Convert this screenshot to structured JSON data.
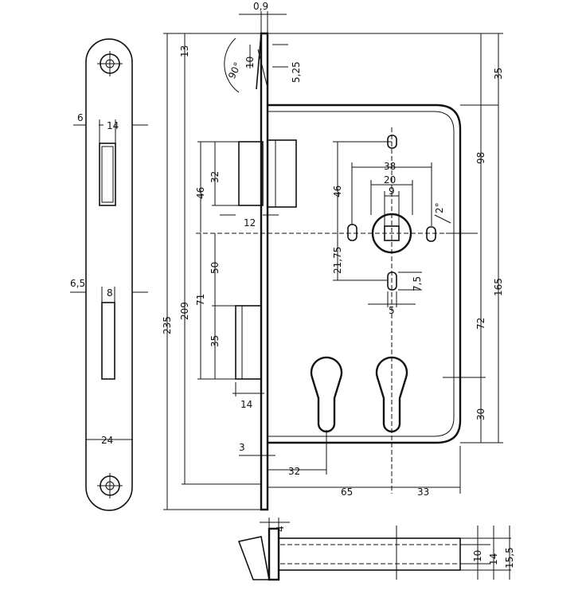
{
  "labels": {
    "faceplate_6": "6",
    "faceplate_14": "14",
    "faceplate_6_5": "6,5",
    "faceplate_8": "8",
    "faceplate_24": "24",
    "t_0_9": "0,9",
    "t_13": "13",
    "t_90": "90°",
    "t_10": "10",
    "t_5_25": "5,25",
    "h_235": "235",
    "h_209": "209",
    "h_46a": "46",
    "h_32": "32",
    "h_12": "12",
    "h_50": "50",
    "h_71": "71",
    "h_35": "35",
    "h_14b": "14",
    "c_38": "38",
    "c_20": "20",
    "c_9": "9",
    "c_2deg": "2°",
    "c_46": "46",
    "c_21_75": "21,75",
    "c_7_5": "7,5",
    "c_5": "5",
    "r_35": "35",
    "r_98": "98",
    "r_165": "165",
    "r_72": "72",
    "r_30": "30",
    "b_3": "3",
    "b_32": "32",
    "b_65": "65",
    "b_33": "33",
    "s_4": "4",
    "s_10": "10",
    "s_14": "14",
    "s_15_5": "15,5"
  }
}
